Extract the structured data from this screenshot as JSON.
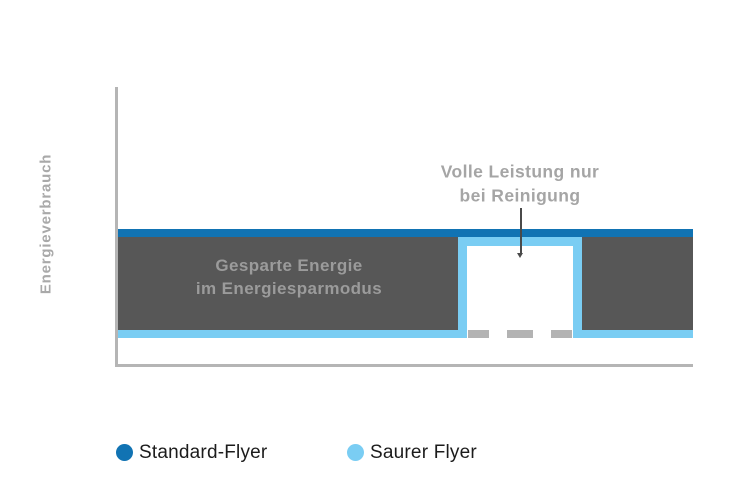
{
  "chart_data": {
    "type": "area",
    "title": "",
    "xlabel": "",
    "ylabel": "Energieverbrauch",
    "grid": false,
    "x_axis_ticks": [],
    "y_axis_ticks": [],
    "legend_position": "bottom",
    "series": [
      {
        "name": "Standard-Flyer",
        "color": "#1173b3",
        "description": "Constant high energy consumption across the whole time axis",
        "x_relative": [
          0.0,
          1.0
        ],
        "level_relative": [
          0.49,
          0.49
        ]
      },
      {
        "name": "Saurer Flyer",
        "color": "#7acdf3",
        "description": "Low consumption in energy-saving mode; rectangular pulse up to full power only during cleaning",
        "baseline_level_relative": 0.13,
        "pulse_level_relative": 0.46,
        "pulse_x_range_relative": [
          0.59,
          0.81
        ]
      }
    ],
    "shaded_region": {
      "label": "Gesparte Energie im Energiesparmodus",
      "color": "#575757",
      "between_series": [
        "Standard-Flyer",
        "Saurer Flyer"
      ],
      "interrupted_by_pulse": true
    },
    "dashed_segment": {
      "meaning": "energy-saving baseline continued under the cleaning pulse",
      "color": "#b3b3b3"
    },
    "annotations": [
      {
        "text": "Volle Leistung nur bei Reinigung",
        "arrow_direction": "down",
        "points_to": "cleaning pulse"
      }
    ]
  },
  "axes": {
    "y_label": "Energieverbrauch"
  },
  "band_label": {
    "line1": "Gesparte Energie",
    "line2": "im Energiesparmodus"
  },
  "annotation": {
    "line1": "Volle Leistung nur",
    "line2": "bei Reinigung"
  },
  "legend": {
    "items": [
      {
        "label": "Standard-Flyer",
        "color": "#1173b3"
      },
      {
        "label": "Saurer Flyer",
        "color": "#7acdf3"
      }
    ]
  },
  "colors": {
    "standard_blue": "#1173b3",
    "saurer_light_blue": "#7acdf3",
    "band_gray": "#575757",
    "axis_gray": "#b5b5b5",
    "text_gray": "#a5a5a5",
    "dash_gray": "#b3b3b3",
    "legend_text": "#1c1c1c"
  }
}
